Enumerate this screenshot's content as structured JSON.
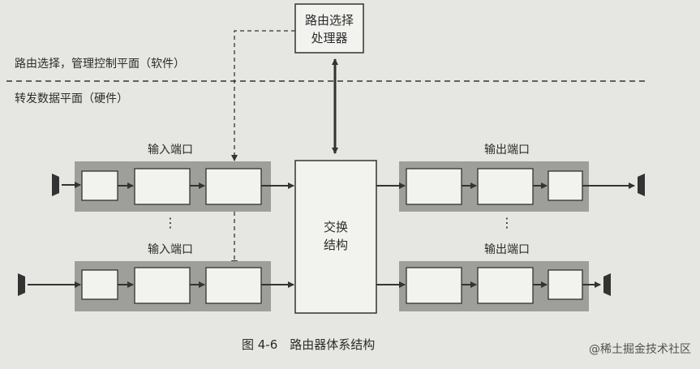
{
  "diagram": {
    "processor_label_line1": "路由选择",
    "processor_label_line2": "处理器",
    "control_plane_label": "路由选择，管理控制平面（软件）",
    "data_plane_label": "转发数据平面（硬件）",
    "input_port_top_label": "输入端口",
    "input_port_bottom_label": "输入端口",
    "output_port_top_label": "输出端口",
    "output_port_bottom_label": "输出端口",
    "switch_label_line1": "交换",
    "switch_label_line2": "结构",
    "ellipsis_left": "⋮",
    "ellipsis_right": "⋮",
    "caption": "图 4-6　路由器体系结构"
  },
  "watermark": "@稀土掘金技术社区",
  "colors": {
    "background": "#e6e6e2",
    "port_band": "#9e9e9a",
    "box_fill": "#f2f2ef",
    "line": "#333333"
  }
}
